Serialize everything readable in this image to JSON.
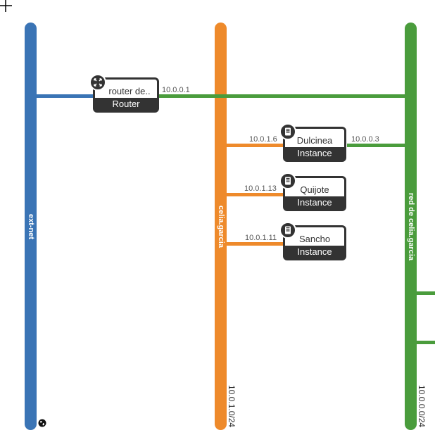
{
  "networks": {
    "ext_net": {
      "label": "ext-net",
      "color": "#3a74b5"
    },
    "celia": {
      "label": "celia.garcia",
      "cidr": "10.0.1.0/24",
      "color": "#ee8a2b"
    },
    "red": {
      "label": "red de celia.garcia",
      "cidr": "10.0.0.0/24",
      "color": "#4a9c3c"
    }
  },
  "router": {
    "name": "router de..",
    "type": "Router",
    "ip_red": "10.0.0.1",
    "icon": "router-icon"
  },
  "instances": [
    {
      "name": "Dulcinea",
      "type": "Instance",
      "ip_celia": "10.0.1.6",
      "ip_red": "10.0.0.3",
      "icon": "server-icon"
    },
    {
      "name": "Quijote",
      "type": "Instance",
      "ip_celia": "10.0.1.13",
      "icon": "server-icon"
    },
    {
      "name": "Sancho",
      "type": "Instance",
      "ip_celia": "10.0.1.11",
      "icon": "server-icon"
    }
  ],
  "icons": {
    "cursor": "crosshair-cursor-icon",
    "external": "globe-icon"
  }
}
